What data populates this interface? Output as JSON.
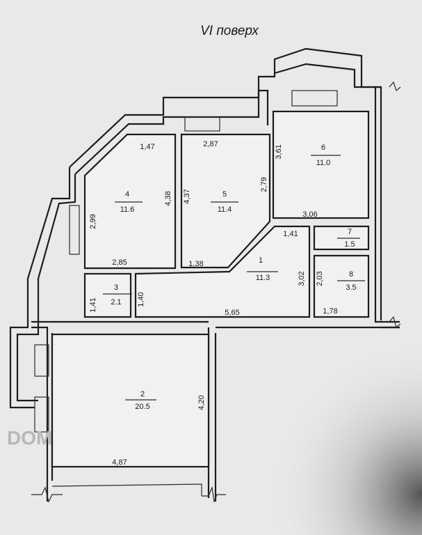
{
  "title": "VI поверх",
  "watermark": "DOM",
  "rooms": [
    {
      "number": "1",
      "area": "11.3"
    },
    {
      "number": "2",
      "area": "20.5"
    },
    {
      "number": "3",
      "area": "2.1"
    },
    {
      "number": "4",
      "area": "11.6"
    },
    {
      "number": "5",
      "area": "11.4"
    },
    {
      "number": "6",
      "area": "11.0"
    },
    {
      "number": "7",
      "area": "1.5"
    },
    {
      "number": "8",
      "area": "3.5"
    }
  ],
  "dimensions": {
    "r4_top": "1,47",
    "r4_left": "2,99",
    "r4_right": "4,38",
    "r4_bottom": "2,85",
    "r5_top": "2,87",
    "r5_left": "4,37",
    "r5_right": "2,79",
    "r5_bottom": "1,38",
    "r6_left": "3,61",
    "r6_bottom": "3,06",
    "r1_top": "1,41",
    "r1_right": "3,02",
    "r1_bottom": "5,65",
    "r3_left": "1,41",
    "r3_right": "1,40",
    "r8_left": "2,03",
    "r8_bottom": "1,78",
    "r2_right": "4,20",
    "r2_bottom": "4,87"
  }
}
